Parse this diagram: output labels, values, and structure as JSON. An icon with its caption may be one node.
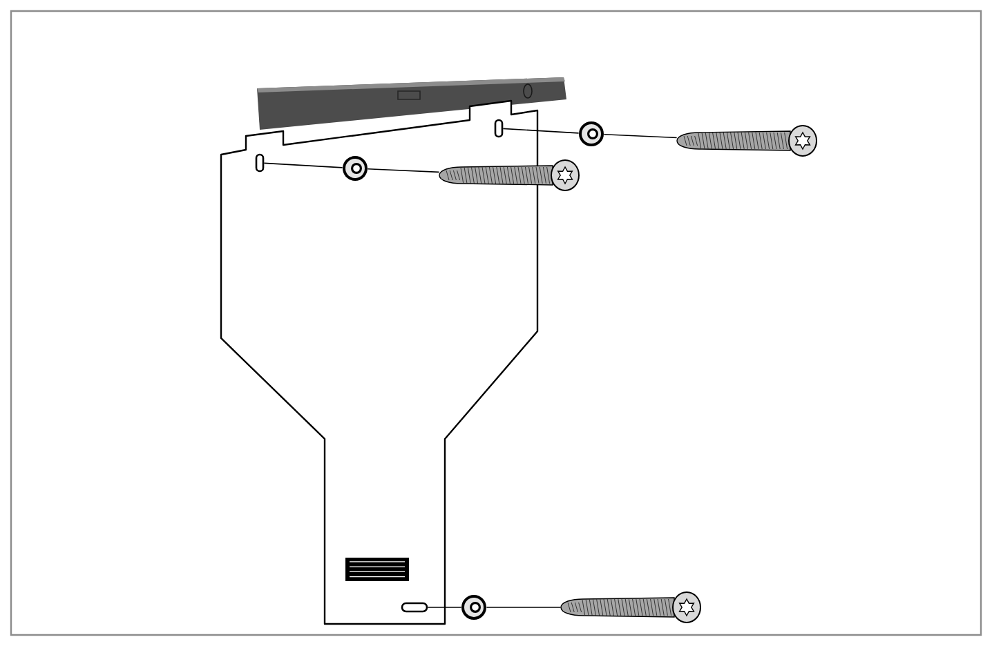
{
  "diagram": {
    "nodes": [
      {
        "text": [],
        "shape": "picture"
      },
      {
        "text": [],
        "shape": "slot",
        "in": 0
      },
      {
        "text": [],
        "shape": "slot",
        "in": 0
      },
      {
        "text": [],
        "shape": "slot",
        "in": 0
      },
      {
        "text": [],
        "shape": "circle",
        "in": 0
      },
      {
        "text": [],
        "shape": "circle"
      },
      {
        "text": [],
        "shape": "circle"
      },
      {
        "text": [],
        "shape": "picture"
      },
      {
        "text": [],
        "shape": "picture"
      },
      {
        "text": [],
        "shape": "picture"
      }
    ],
    "edges": [
      {
        "from": 1,
        "to": 4,
        "arrow": "none"
      },
      {
        "from": 4,
        "to": 7,
        "arrow": "none"
      },
      {
        "from": 2,
        "to": 5,
        "arrow": "none"
      },
      {
        "from": 5,
        "to": 8,
        "arrow": "none"
      },
      {
        "from": 3,
        "to": 6,
        "arrow": "none"
      },
      {
        "from": 6,
        "to": 9,
        "arrow": "none"
      }
    ]
  }
}
